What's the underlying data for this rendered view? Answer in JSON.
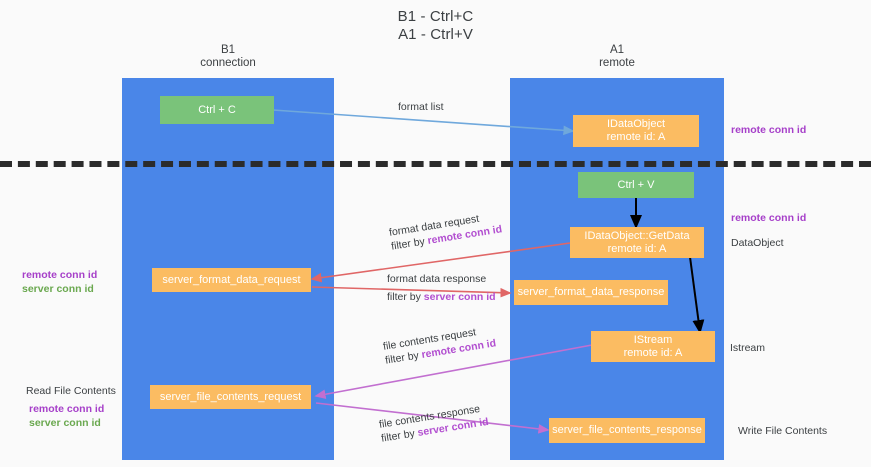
{
  "title": {
    "line1": "B1 - Ctrl+C",
    "line2": "A1 - Ctrl+V"
  },
  "columns": [
    {
      "name": "B1",
      "sub": "connection"
    },
    {
      "name": "A1",
      "sub": "remote"
    }
  ],
  "nodes": {
    "ctrl_c": {
      "label": "Ctrl + C"
    },
    "idataobject": {
      "line1": "IDataObject",
      "line2": "remote id: A"
    },
    "ctrl_v": {
      "label": "Ctrl + V"
    },
    "getdata": {
      "line1": "IDataObject::GetData",
      "line2": "remote id: A"
    },
    "server_format_data_request": {
      "label": "server_format_data_request"
    },
    "server_format_data_response": {
      "label": "server_format_data_response"
    },
    "istream": {
      "line1": "IStream",
      "line2": "remote id: A"
    },
    "server_file_contents_request": {
      "label": "server_file_contents_request"
    },
    "server_file_contents_response": {
      "label": "server_file_contents_response"
    }
  },
  "edges": {
    "format_list": {
      "text": "format list"
    },
    "format_data_request": {
      "text": "format data request",
      "filter_prefix": "filter by ",
      "filter_key": "remote conn id"
    },
    "format_data_response": {
      "text": "format data response",
      "filter_prefix": "filter by ",
      "filter_key": "server conn id"
    },
    "file_contents_request": {
      "text": "file contents request",
      "filter_prefix": "filter by ",
      "filter_key": "remote conn id"
    },
    "file_contents_response": {
      "text": "file contents response",
      "filter_prefix": "filter by ",
      "filter_key": "server conn id"
    }
  },
  "left_notes": {
    "format_remote": "remote conn id",
    "format_server": "server conn id",
    "read_file_contents": "Read File Contents",
    "file_remote": "remote conn id",
    "file_server": "server conn id"
  },
  "right_notes": {
    "top_remote_conn_id": "remote conn id",
    "mid_remote_conn_id": "remote conn id",
    "dataobject": "DataObject",
    "istream": "Istream",
    "write_file_contents": "Write File Contents"
  },
  "colors": {
    "lane": "#4a86e8",
    "green_box": "#7ac37a",
    "orange_box": "#fbbc62",
    "purple_text": "#a63fc9",
    "green_text": "#6aa84f",
    "arrow_blue": "#6fa8dc",
    "arrow_red": "#e06666",
    "arrow_magenta": "#c26fd0",
    "arrow_black": "#000000",
    "separator": "#2b2b2b",
    "background": "#fafafa"
  }
}
